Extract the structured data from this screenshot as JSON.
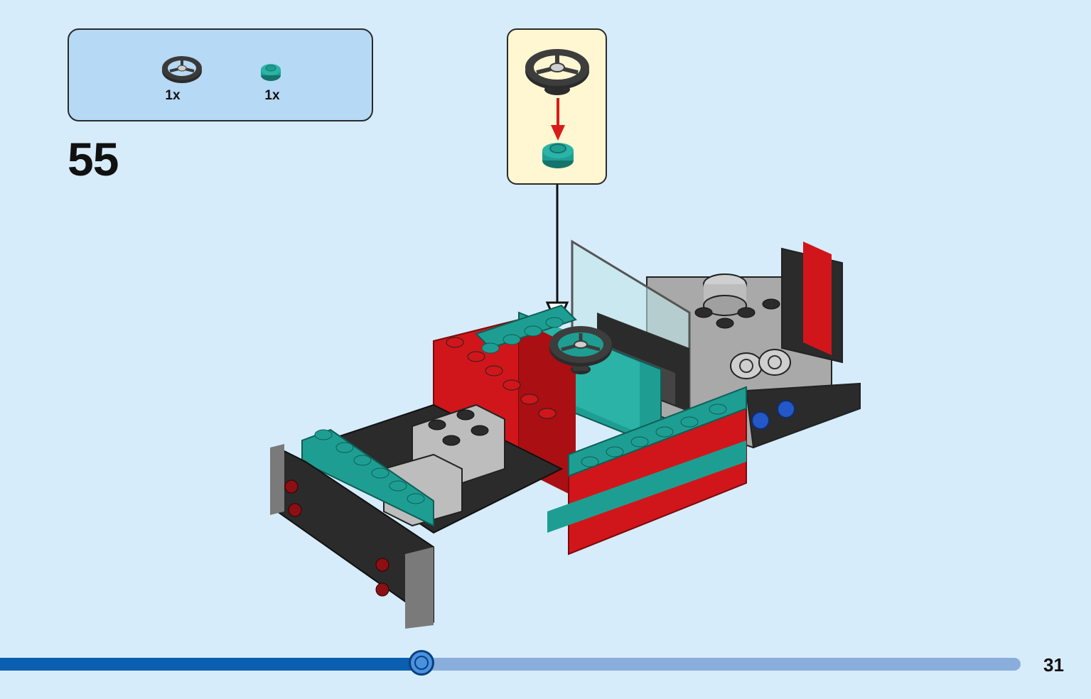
{
  "step": {
    "number": "55"
  },
  "parts_list": {
    "items": [
      {
        "name": "steering-wheel",
        "qty": "1x"
      },
      {
        "name": "round-plate",
        "qty": "1x"
      }
    ]
  },
  "progress": {
    "fraction": 0.413
  },
  "page": {
    "number": "31"
  },
  "colors": {
    "background": "#d6ecfb",
    "parts_box": "#b6d9f5",
    "callout": "#fff7d1",
    "progress_fill": "#0b5fb0",
    "progress_track": "#8aaedc",
    "brick_red": "#d0161b",
    "brick_teal": "#1e9e92",
    "brick_grey": "#b5b5b5",
    "brick_black": "#2b2b2b"
  }
}
